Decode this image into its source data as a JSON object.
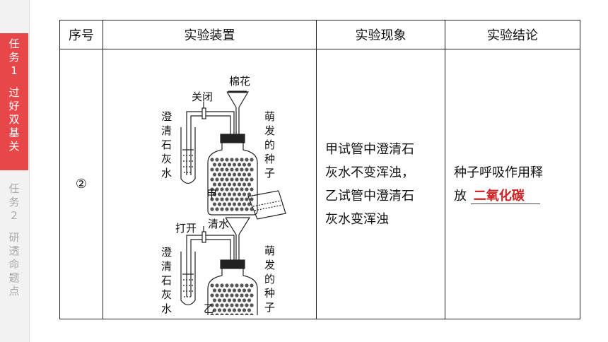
{
  "sidebar": {
    "tab1": {
      "line1": "任",
      "line2": "务",
      "line3": "1",
      "line4": "过",
      "line5": "好",
      "line6": "双",
      "line7": "基",
      "line8": "关"
    },
    "tab2": {
      "line1": "任",
      "line2": "务",
      "line3": "2",
      "line4": "研",
      "line5": "透",
      "line6": "命",
      "line7": "题",
      "line8": "点"
    }
  },
  "table": {
    "headers": {
      "index": "序号",
      "apparatus": "实验装置",
      "phenomenon": "实验现象",
      "conclusion": "实验结论"
    },
    "row": {
      "index": "②",
      "phenomenon_lines": [
        "甲试管中澄清石",
        "灰水不变浑浊，",
        "乙试管中澄清石",
        "灰水变浑浊"
      ],
      "conclusion_lines": [
        "种子呼吸作用释",
        "放"
      ],
      "answer": "二氧化碳"
    },
    "diagram_a": {
      "label_close": "关闭",
      "label_cotton": "棉花",
      "label_limewater": [
        "澄",
        "清",
        "石",
        "灰",
        "水"
      ],
      "label_seeds": [
        "萌",
        "发",
        "的",
        "种",
        "子"
      ],
      "caption": "甲"
    },
    "diagram_b": {
      "label_open": "打开",
      "label_water": "清水",
      "label_limewater": [
        "澄",
        "清",
        "石",
        "灰",
        "水"
      ],
      "label_seeds": [
        "萌",
        "发",
        "的",
        "种",
        "子"
      ],
      "caption": "乙"
    }
  }
}
